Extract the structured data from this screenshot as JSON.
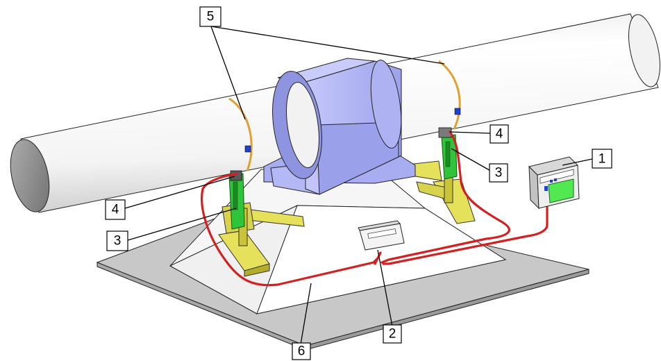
{
  "callouts": [
    {
      "id": "1",
      "label": "1"
    },
    {
      "id": "2",
      "label": "2"
    },
    {
      "id": "3a",
      "label": "3"
    },
    {
      "id": "3b",
      "label": "3"
    },
    {
      "id": "4a",
      "label": "4"
    },
    {
      "id": "4b",
      "label": "4"
    },
    {
      "id": "5",
      "label": "5"
    },
    {
      "id": "6",
      "label": "6"
    }
  ],
  "colors": {
    "shaft": "#f7f7f7",
    "bearing_housing": "#b4b8f4",
    "pedestal": "#ffffff",
    "base_plate": "#c8c8c8",
    "support_bracket": "#e6e15a",
    "sensor_holder": "#2fc43a",
    "cable": "#d42020",
    "sensor_ring": "#e0a030",
    "controller_screen": "#52e852"
  }
}
